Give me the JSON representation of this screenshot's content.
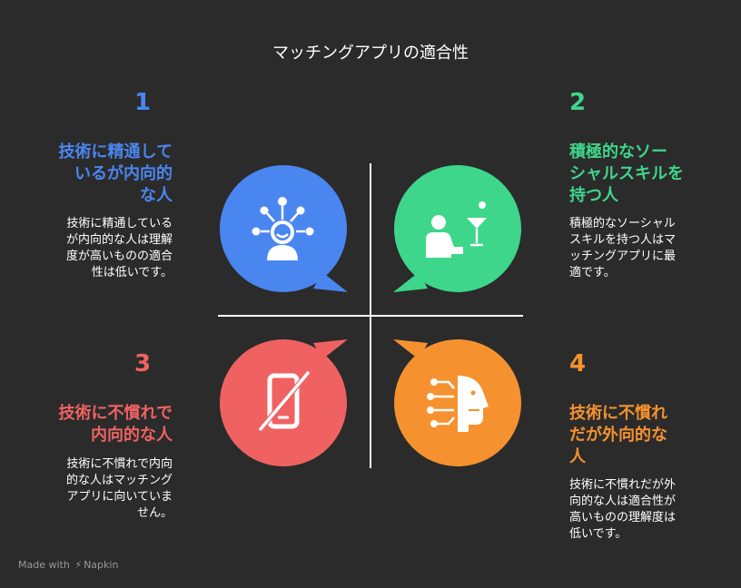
{
  "title": "マッチングアプリの適合性",
  "colors": {
    "q1": "#4a86f0",
    "q2": "#3ed68a",
    "q3": "#f06262",
    "q4": "#f5922f",
    "background": "#2b2b2b"
  },
  "quadrants": [
    {
      "number": "1",
      "heading_lines": [
        "技術に精通して",
        "いるが内向的",
        "な人"
      ],
      "desc_lines": [
        "技術に精通している",
        "が内向的な人は理解",
        "度が高いものの適合",
        "性は低いです。"
      ],
      "icon": "network-person-icon"
    },
    {
      "number": "2",
      "heading_lines": [
        "積極的なソー",
        "シャルスキルを",
        "持つ人"
      ],
      "desc_lines": [
        "積極的なソーシャル",
        "スキルを持つ人はマ",
        "ッチングアプリに最",
        "適です。"
      ],
      "icon": "person-cocktail-icon"
    },
    {
      "number": "3",
      "heading_lines": [
        "技術に不慣れで",
        "内向的な人"
      ],
      "desc_lines": [
        "技術に不慣れで内向",
        "的な人はマッチング",
        "アプリに向いていま",
        "せん。"
      ],
      "icon": "phone-off-icon"
    },
    {
      "number": "4",
      "heading_lines": [
        "技術に不慣れ",
        "だが外向的な",
        "人"
      ],
      "desc_lines": [
        "技術に不慣れだが外",
        "向的な人は適合性が",
        "高いものの理解度は",
        "低いです。"
      ],
      "icon": "ai-head-icon"
    }
  ],
  "footer": {
    "made_with": "Made with",
    "brand": "Napkin"
  }
}
